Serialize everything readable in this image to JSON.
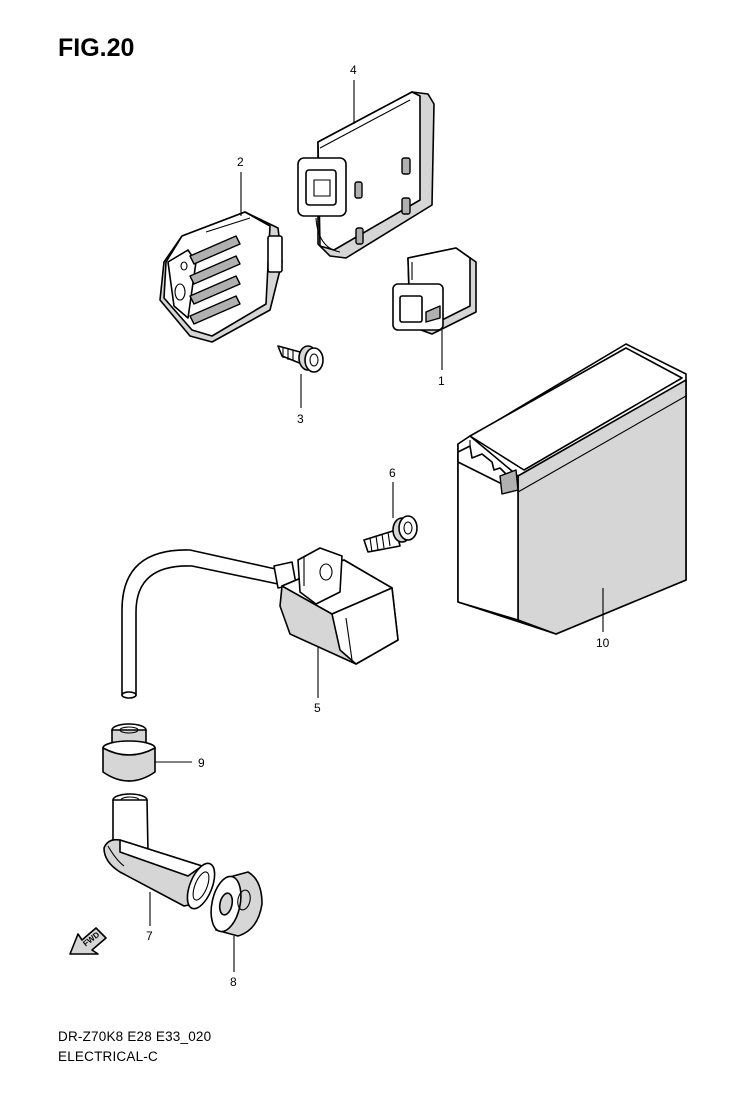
{
  "figure": {
    "title": "FIG.20"
  },
  "footer": {
    "model_code": "DR-Z70K8 E28 E33_020",
    "section": "ELECTRICAL-C"
  },
  "callouts": {
    "p1": "1",
    "p2": "2",
    "p3": "3",
    "p4": "4",
    "p5": "5",
    "p6": "6",
    "p7": "7",
    "p8": "8",
    "p9": "9",
    "p10": "10"
  },
  "direction_marker": {
    "label": "FWD",
    "icon": "fwd-arrow-icon"
  }
}
